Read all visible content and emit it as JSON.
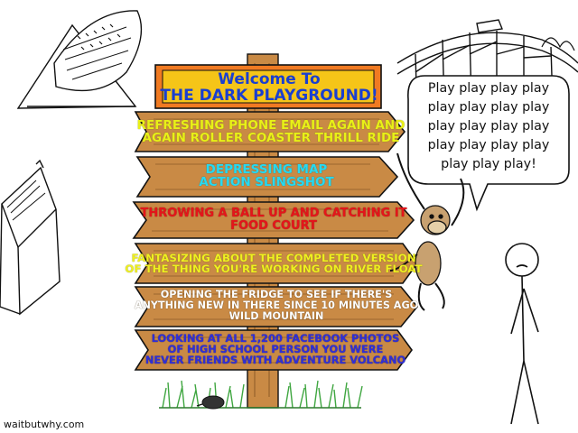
{
  "sign": {
    "welcome_line1": "Welcome To",
    "welcome_line2": "THE DARK PLAYGROUND!",
    "boards": [
      {
        "line1": "REFRESHING PHONE EMAIL AGAIN AND",
        "line2": "AGAIN ROLLER COASTER THRILL RIDE"
      },
      {
        "line1": "DEPRESSING MAP",
        "line2": "ACTION SLINGSHOT"
      },
      {
        "line1": "THROWING A BALL UP AND CATCHING IT",
        "line2": "FOOD COURT"
      },
      {
        "line1": "FANTASIZING ABOUT THE COMPLETED VERSION",
        "line2": "OF THE THING YOU'RE WORKING ON RIVER FLOAT"
      },
      {
        "line1": "OPENING THE FRIDGE TO SEE IF THERE'S",
        "line2": "ANYTHING NEW IN THERE SINCE 10 MINUTES AGO",
        "line3": "WILD MOUNTAIN"
      },
      {
        "line1": "LOOKING AT ALL 1,200 FACEBOOK PHOTOS",
        "line2": "OF HIGH SCHOOL PERSON YOU WERE",
        "line3": "NEVER FRIENDS WITH ADVENTURE VOLCANO"
      }
    ]
  },
  "speech_bubble": {
    "lines": [
      "Play play play play",
      "play play play play",
      "play play play play",
      "play play play play",
      "play play play!"
    ]
  },
  "credit": "waitbutwhy.com",
  "colors": {
    "wood": "#c98a45",
    "wood_dark": "#8a5a28",
    "welcome_board": "#f07a22",
    "welcome_inner": "#f5c518",
    "welcome_text": "#1a3fd0",
    "board1_text": "#e9f017",
    "board2_text": "#27d9f0",
    "board3_text": "#e5151a",
    "board4_text": "#f0f020",
    "board5_text": "#ffffff",
    "board6_text": "#2f2fd8",
    "grass": "#3fa640",
    "monkey": "#c8a170"
  }
}
